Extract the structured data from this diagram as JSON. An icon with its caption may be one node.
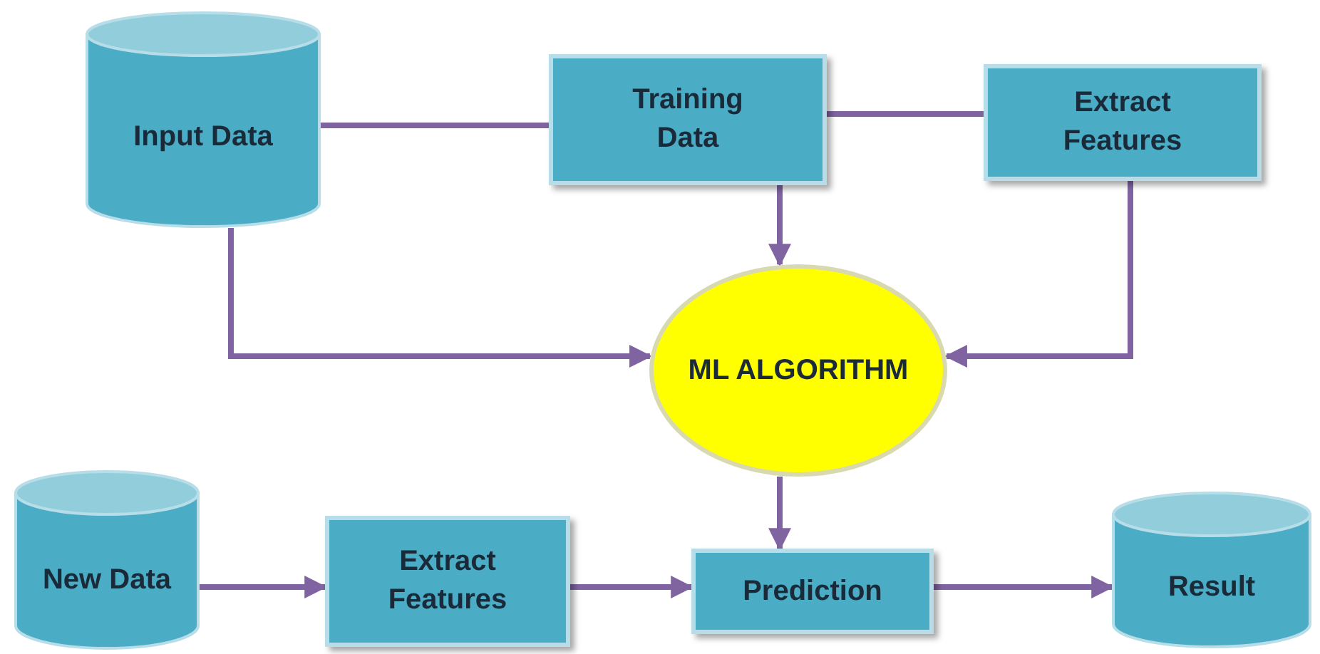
{
  "diagram": {
    "nodes": [
      {
        "text": [
          "Input Data"
        ]
      },
      {
        "text": [
          "Training Data"
        ]
      },
      {
        "text": [
          "Extract Features"
        ]
      },
      {
        "text": [
          "ML ALGORITHM"
        ]
      },
      {
        "text": [
          "New Data"
        ]
      },
      {
        "text": [
          "Extract Features"
        ]
      },
      {
        "text": [
          "Prediction"
        ]
      },
      {
        "text": [
          "Result"
        ]
      }
    ],
    "edges": [
      {
        "from": 0,
        "to": 1,
        "arrow": "none"
      },
      {
        "from": 1,
        "to": 2,
        "arrow": "none"
      },
      {
        "from": 1,
        "to": 3,
        "arrow": "to"
      },
      {
        "from": 0,
        "to": 3,
        "arrow": "to"
      },
      {
        "from": 2,
        "to": 3,
        "arrow": "to"
      },
      {
        "from": 3,
        "to": 6,
        "arrow": "to"
      },
      {
        "from": 4,
        "to": 5,
        "arrow": "to"
      },
      {
        "from": 5,
        "to": 6,
        "arrow": "to"
      },
      {
        "from": 6,
        "to": 7,
        "arrow": "to"
      }
    ]
  }
}
